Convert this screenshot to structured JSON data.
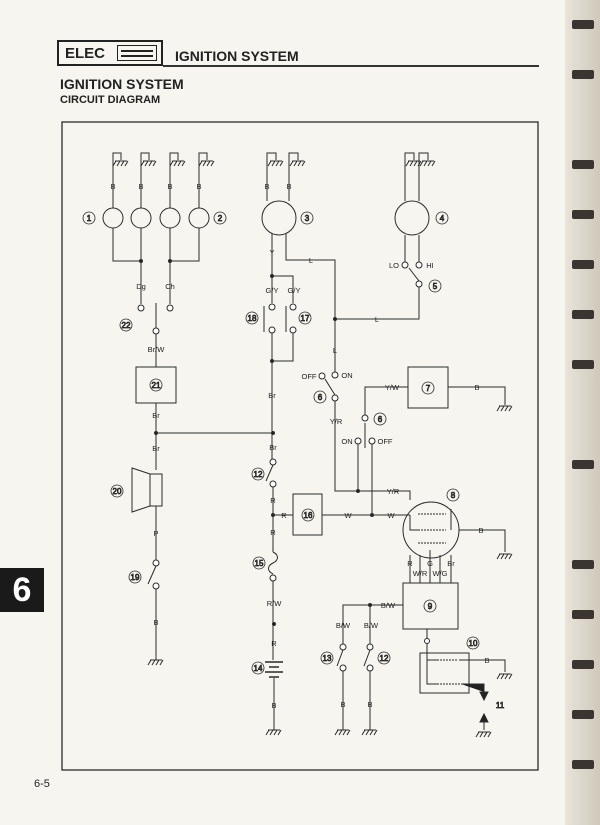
{
  "header": {
    "section": "ELEC",
    "title": "IGNITION SYSTEM"
  },
  "page_title": "IGNITION SYSTEM",
  "page_subtitle": "CIRCUIT DIAGRAM",
  "chapter_tab": "6",
  "page_number": "6-5",
  "diagram": {
    "components": [
      "1",
      "2",
      "3",
      "4",
      "5",
      "6",
      "6",
      "7",
      "8",
      "9",
      "10",
      "11",
      "12",
      "12",
      "13",
      "14",
      "15",
      "16",
      "17",
      "18",
      "19",
      "20",
      "21",
      "22"
    ],
    "wires": [
      "B",
      "B",
      "B",
      "B",
      "B",
      "B",
      "Dg",
      "Ch",
      "Br/W",
      "Br",
      "Br",
      "Y",
      "G/Y",
      "G/Y",
      "L",
      "L",
      "L",
      "Br",
      "Br",
      "Y/R",
      "Y/W",
      "B",
      "R",
      "R",
      "R",
      "R/W",
      "R",
      "B",
      "W",
      "W",
      "Y/R",
      "B",
      "R",
      "W/R",
      "G",
      "W/G",
      "Br",
      "B/W",
      "B/W",
      "B/W",
      "B",
      "B",
      "B",
      "P",
      "B"
    ],
    "switch_positions": [
      "LO",
      "HI",
      "OFF",
      "ON",
      "ON",
      "OFF"
    ]
  }
}
